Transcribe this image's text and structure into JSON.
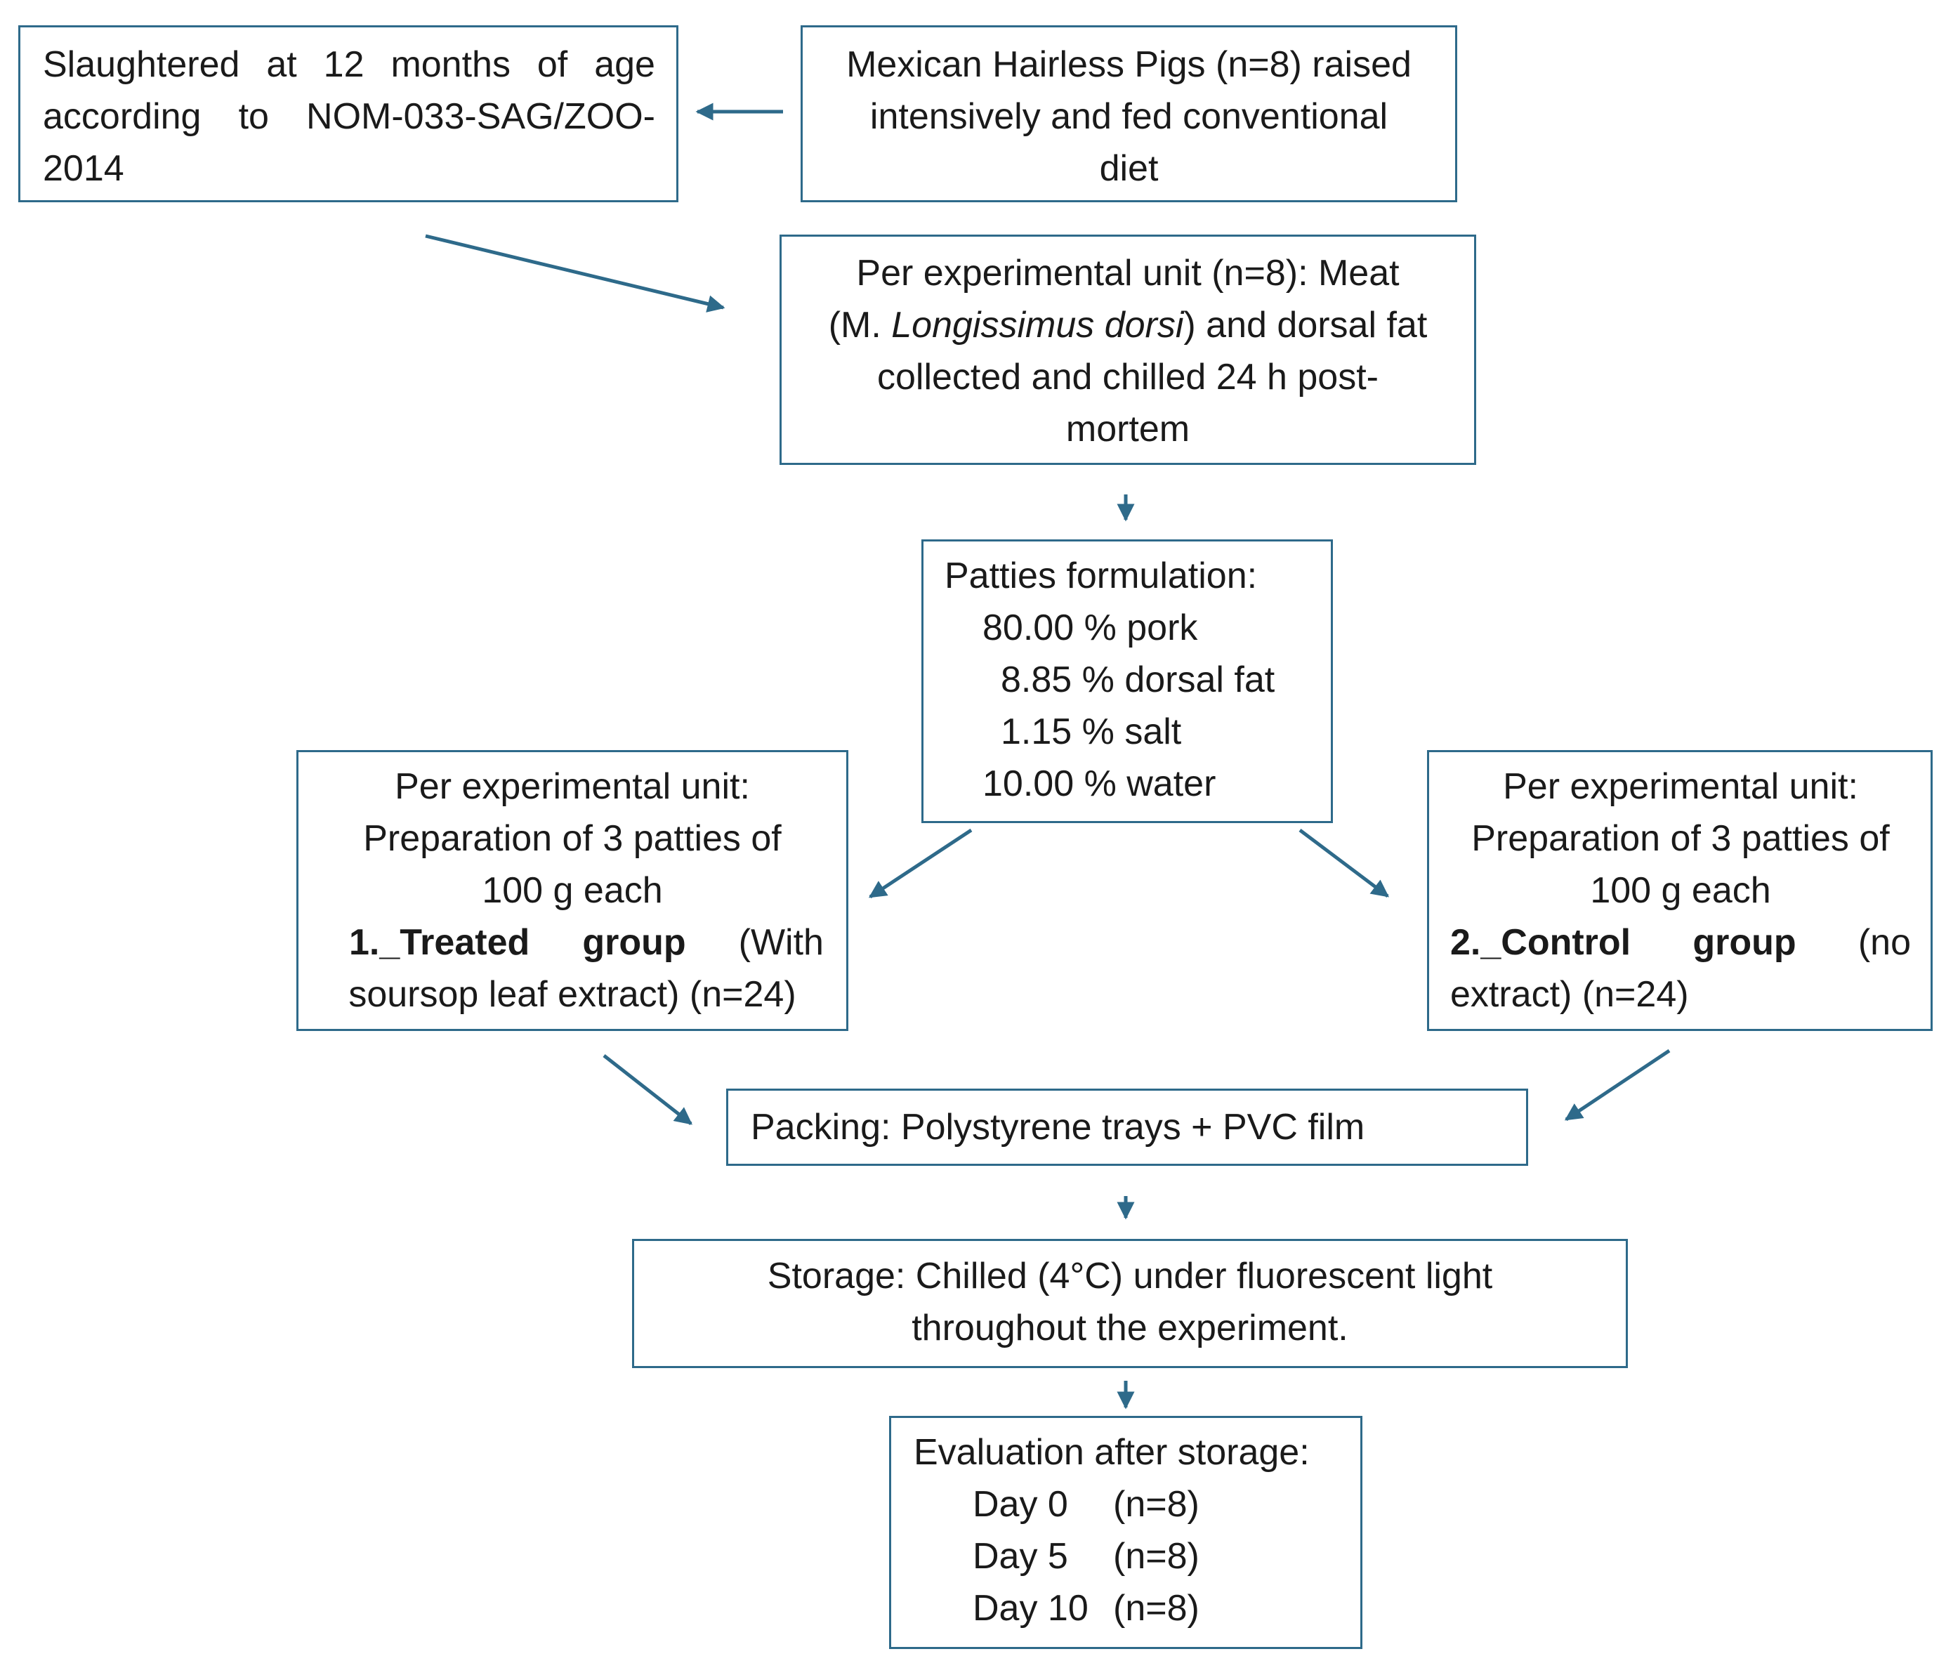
{
  "colors": {
    "border": "#2e6a8a",
    "arrow": "#2e6a8a",
    "text": "#1a1a1a",
    "background": "#ffffff"
  },
  "boxes": {
    "slaughter": {
      "line1_words": [
        "Slaughtered",
        "at",
        "12",
        "months",
        "of",
        "age"
      ],
      "line2_words": [
        "according",
        "to",
        "NOM-033-SAG/ZOO-"
      ],
      "line3": "2014"
    },
    "pigs": {
      "line1": "Mexican Hairless Pigs (n=8) raised",
      "line2": "intensively and fed conventional",
      "line3": "diet"
    },
    "meat": {
      "line1": "Per experimental unit (n=8): Meat",
      "line2_pre": "(M. ",
      "line2_italic": "Longissimus dorsi",
      "line2_post": ") and dorsal fat",
      "line3": "collected and chilled 24 h post-",
      "line4": "mortem"
    },
    "formulation": {
      "title": "Patties formulation:",
      "items": [
        "80.00 % pork",
        "8.85 % dorsal fat",
        "1.15 % salt",
        "10.00 % water"
      ]
    },
    "treated": {
      "line1": "Per experimental unit:",
      "line2": "Preparation of 3 patties of",
      "line3": "100 g each",
      "group_bold_1": "1._Treated",
      "group_bold_2": "group",
      "group_rest": "(With",
      "line5": "soursop leaf extract) (n=24)"
    },
    "control": {
      "line1": "Per experimental unit:",
      "line2": "Preparation of 3 patties of",
      "line3": "100 g each",
      "group_bold_1": "2._Control",
      "group_bold_2": "group",
      "group_rest": "(no",
      "line5": "extract) (n=24)"
    },
    "packing": {
      "text": "Packing: Polystyrene trays + PVC film"
    },
    "storage": {
      "line1": "Storage: Chilled (4°C) under fluorescent light",
      "line2": "throughout the experiment."
    },
    "evaluation": {
      "title": "Evaluation after storage:",
      "rows": [
        {
          "day": "Day 0",
          "n": "(n=8)"
        },
        {
          "day": "Day 5",
          "n": "(n=8)"
        },
        {
          "day": "Day 10",
          "n": "(n=8)"
        }
      ]
    }
  }
}
